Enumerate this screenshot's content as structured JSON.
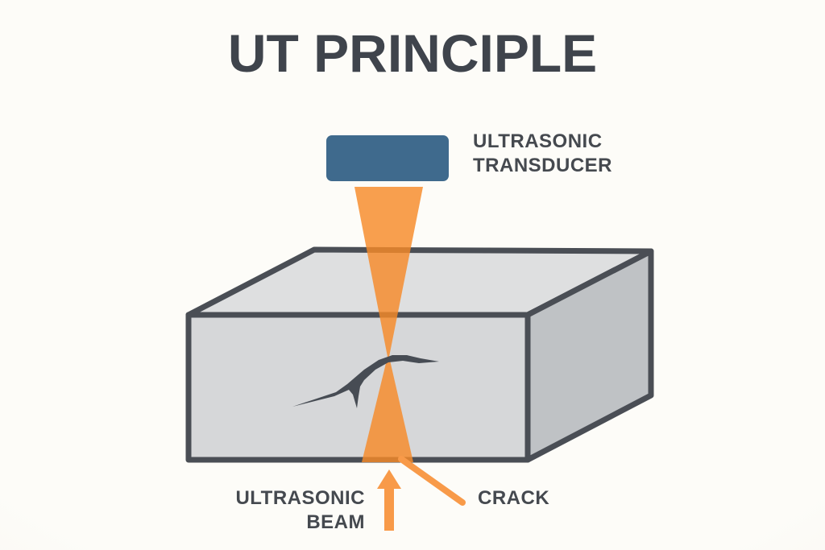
{
  "title": "UT PRINCIPLE",
  "diagram": {
    "transducer_label": "ULTRASONIC TRANSDUCER",
    "beam_label": "ULTRASONIC BEAM",
    "crack_label": "CRACK",
    "colors": {
      "background": "#fcfbf7",
      "transducer": "#3f6a8d",
      "beam": "#f78a28",
      "beam_solid": "#f89a49",
      "crack": "#474c54",
      "block_front": "#d6d7d9",
      "block_top": "#dedfe0",
      "block_side": "#bfc2c5",
      "outline": "#4a4e55",
      "text": "#45494f"
    }
  }
}
